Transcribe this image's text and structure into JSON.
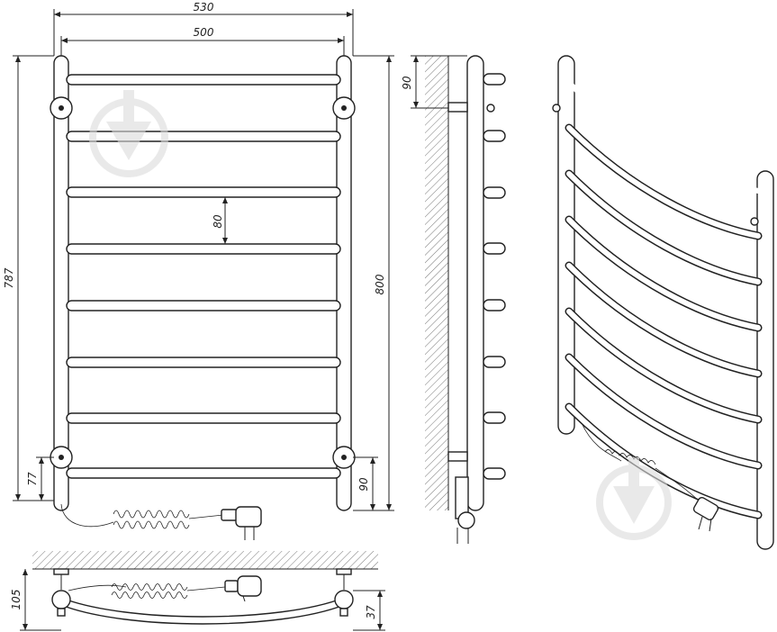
{
  "dimensions": {
    "overall_width": "530",
    "center_width": "500",
    "rail_spacing": "80",
    "overall_height": "787",
    "center_height": "800",
    "bottom_offset_left": "77",
    "bottom_offset_right": "90",
    "top_offset_side": "90",
    "depth": "105",
    "bracket_depth": "37"
  },
  "colors": {
    "line": "#222222",
    "watermark": "#dcdcdc"
  }
}
